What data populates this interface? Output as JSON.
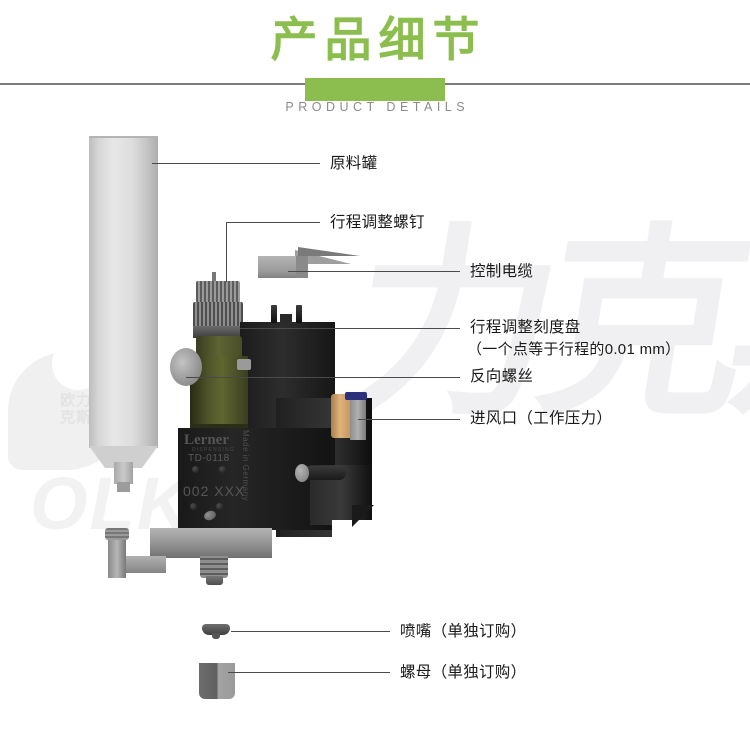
{
  "header": {
    "title_cn": "产品细节",
    "title_en": "PRODUCT DETAILS",
    "accent_green": "#8cbe4f",
    "rule_color": "#7c7c7c"
  },
  "watermark": {
    "big_text": "力克斯",
    "brand_latin": "OLKS",
    "brand_latin_part1": "OL",
    "brand_latin_part2": "KS",
    "brand_cn_line1": "欧力",
    "brand_cn_line2": "克斯",
    "registered_mark": "®"
  },
  "product_label": {
    "brand": "Lerner",
    "brand_sub": "DISPENSING",
    "model": "TD-0118",
    "serial": "002 XXX",
    "origin": "Made in Germany"
  },
  "callouts": [
    {
      "id": "material-tank",
      "label": "原料罐"
    },
    {
      "id": "stroke-adjust-screw",
      "label": "行程调整螺钉"
    },
    {
      "id": "control-cable",
      "label": "控制电缆"
    },
    {
      "id": "stroke-adjust-dial",
      "label": "行程调整刻度盘",
      "label_line2": "（一个点等于行程的0.01 mm）"
    },
    {
      "id": "reverse-screw",
      "label": "反向螺丝"
    },
    {
      "id": "air-inlet",
      "label": "进风口（工作压力）"
    },
    {
      "id": "spray-nozzle",
      "label": "喷嘴（单独订购）"
    },
    {
      "id": "nut",
      "label": "螺母（单独订购）"
    }
  ]
}
